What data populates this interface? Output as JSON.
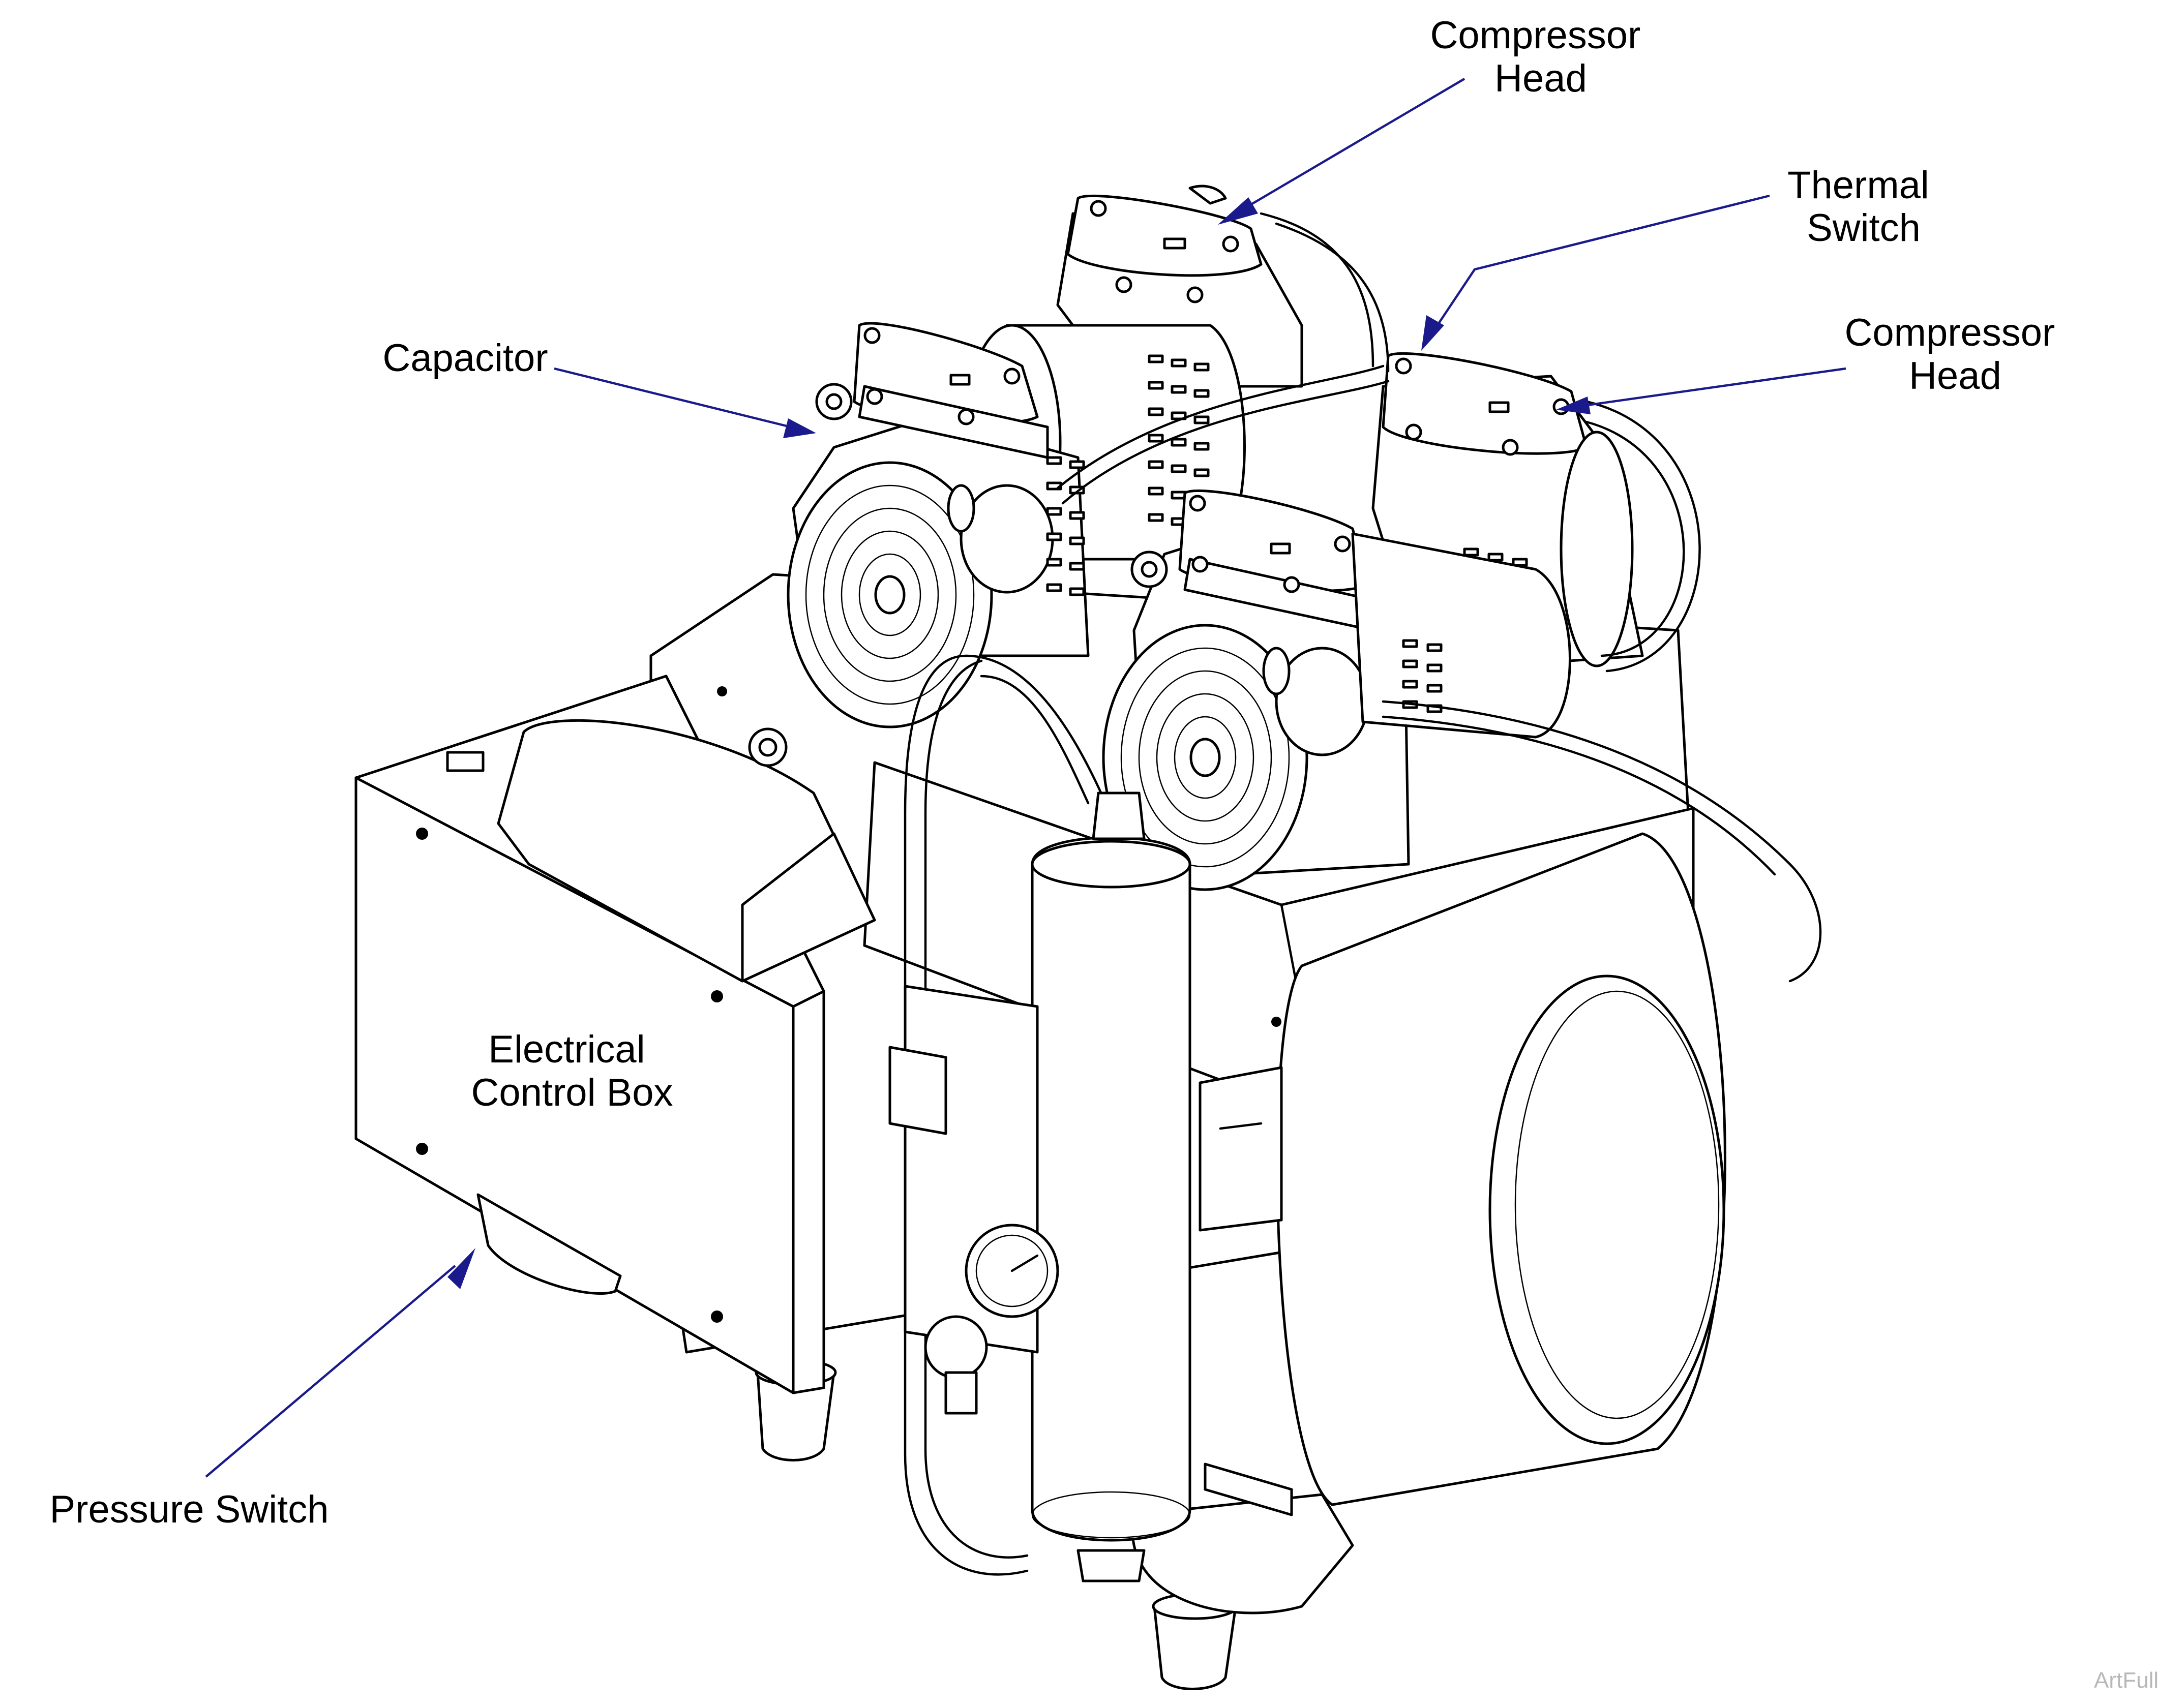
{
  "labels": {
    "compressor_head_top": [
      "Compressor",
      "Head"
    ],
    "thermal_switch": [
      "Thermal",
      "Switch"
    ],
    "capacitor": "Capacitor",
    "compressor_head_right": [
      "Compressor",
      "Head"
    ],
    "electrical_control_box": [
      "Electrical",
      "Control Box"
    ],
    "pressure_switch": "Pressure Switch"
  },
  "watermark": "ArtFull",
  "colors": {
    "leader": "#1a1a8c",
    "line": "#000000",
    "watermark": "#b8b8b8"
  }
}
